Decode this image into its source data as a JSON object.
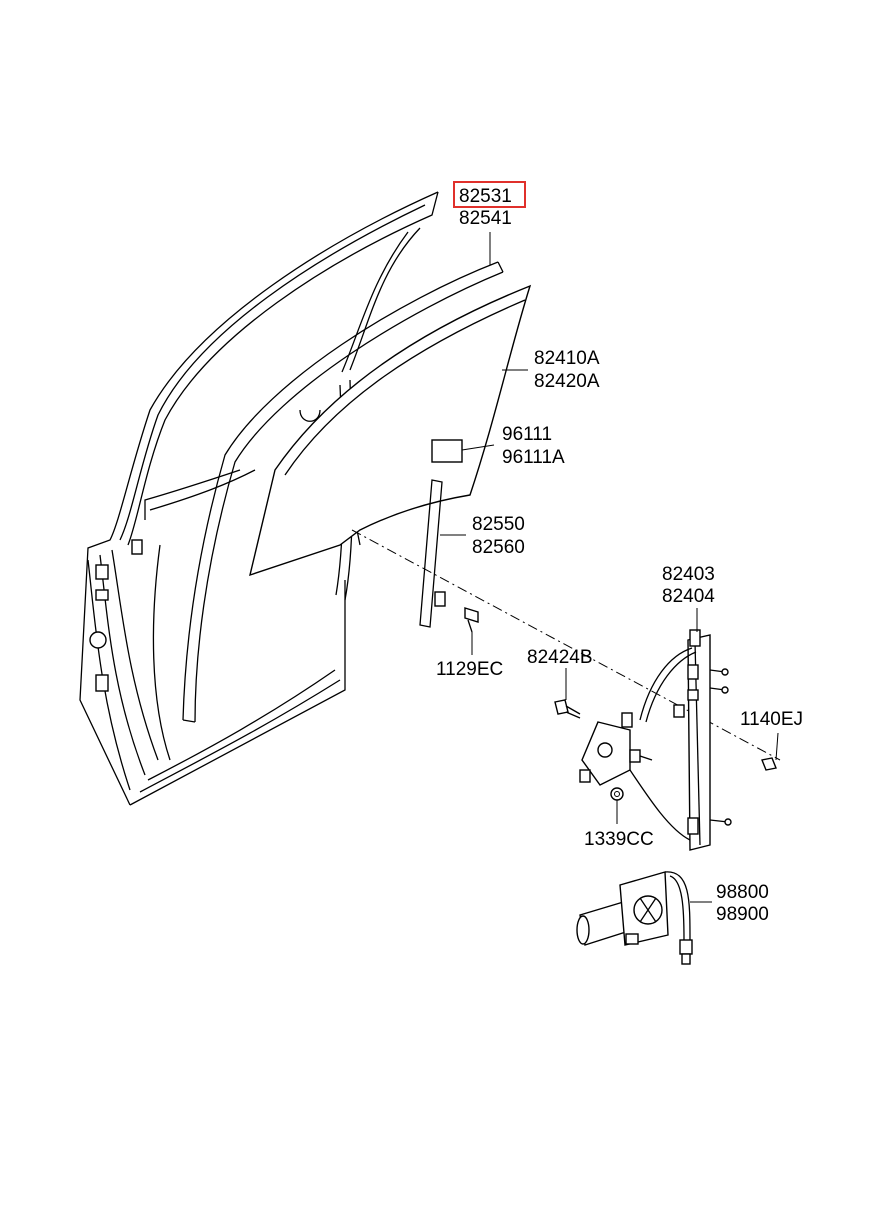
{
  "labels": {
    "p82531": "82531",
    "p82541": "82541",
    "p82410A": "82410A",
    "p82420A": "82420A",
    "p96111": "96111",
    "p96111A": "96111A",
    "p82550": "82550",
    "p82560": "82560",
    "p82403": "82403",
    "p82404": "82404",
    "p82424B": "82424B",
    "p1129EC": "1129EC",
    "p1140EJ": "1140EJ",
    "p1339CC": "1339CC",
    "p98800": "98800",
    "p98900": "98900"
  },
  "highlight": {
    "part": "82531",
    "color": "#e0302b"
  }
}
